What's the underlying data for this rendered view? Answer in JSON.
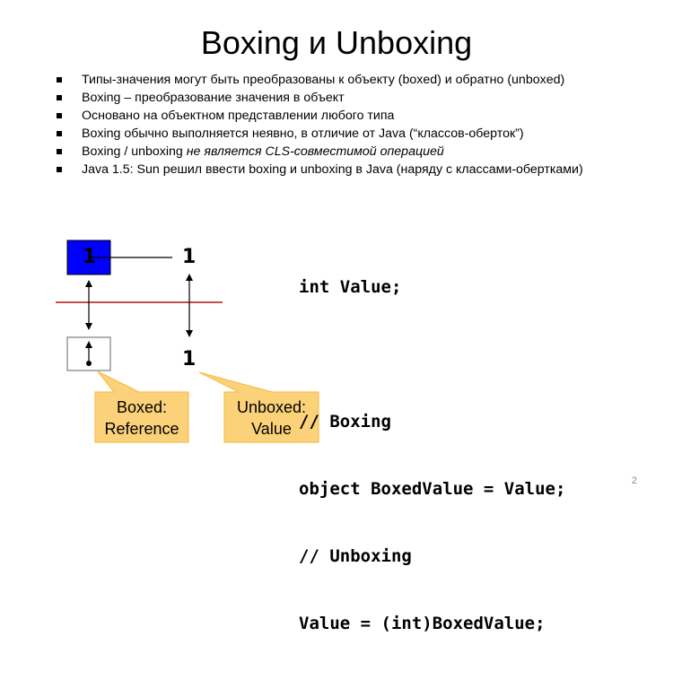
{
  "slide": {
    "title": "Boxing и Unboxing",
    "bullets": [
      {
        "text": "Типы-значения могут быть преобразованы к объекту (boxed) и обратно (unboxed)",
        "italic": ""
      },
      {
        "text": "Boxing – преобразование значения в объект",
        "italic": ""
      },
      {
        "text": "Основано на объектном представлении любого типа",
        "italic": ""
      },
      {
        "text": "Boxing обычно выполняется неявно, в отличие от Java (“классов-оберток”)",
        "italic": ""
      },
      {
        "text": "Boxing / unboxing ",
        "italic": "не является CLS-совместимой операцией"
      },
      {
        "text": "Java 1.5: Sun решил ввести boxing и unboxing в Java (наряду с классами-обертками)",
        "italic": ""
      }
    ],
    "diagram": {
      "boxed_value": "1",
      "value_top": "1",
      "value_bottom": "1",
      "callout_boxed": {
        "line1": "Boxed:",
        "line2": "Reference"
      },
      "callout_unboxed": {
        "line1": "Unboxed:",
        "line2": "Value"
      }
    },
    "code_lines": [
      "int Value;",
      "",
      "// Boxing",
      "object BoxedValue = Value;",
      "// Unboxing",
      "Value = (int)BoxedValue;"
    ],
    "page_number": "2"
  },
  "colors": {
    "blue_box": "#0000ff",
    "red_line": "#c0504d",
    "callout_fill": "#fbd27a",
    "callout_stroke": "#f6bf4f",
    "gray_box": "#7f7f7f"
  }
}
